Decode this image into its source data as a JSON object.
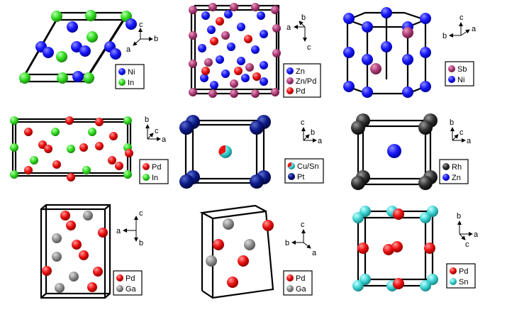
{
  "colors": {
    "Ni": "#1a1aff",
    "In": "#33dd22",
    "Zn": "#1a1aff",
    "ZnPd": "#b0407a",
    "Pd": "#ee1111",
    "Sb": "#b0407a",
    "Pt": "#0b1a8a",
    "Cu": "#ee1111",
    "Sn": "#40d4d4",
    "Rh": "#333333",
    "Ga": "#909090"
  },
  "panels": [
    {
      "id": "ni-in",
      "legend": [
        {
          "label": "Ni",
          "color": "#1a1aff"
        },
        {
          "label": "In",
          "color": "#33dd22"
        }
      ],
      "axes": [
        "c",
        "b",
        "a"
      ]
    },
    {
      "id": "zn-pd",
      "legend": [
        {
          "label": "Zn",
          "color": "#1a1aff"
        },
        {
          "label": "Zn/Pd",
          "color": "#b0407a"
        },
        {
          "label": "Pd",
          "color": "#ee1111"
        }
      ],
      "axes": [
        "a",
        "b",
        "c"
      ]
    },
    {
      "id": "sb-ni",
      "legend": [
        {
          "label": "Sb",
          "color": "#b0407a"
        },
        {
          "label": "Ni",
          "color": "#1a1aff"
        }
      ],
      "axes": [
        "c",
        "b",
        "a"
      ]
    },
    {
      "id": "pd-in",
      "legend": [
        {
          "label": "Pd",
          "color": "#ee1111"
        },
        {
          "label": "In",
          "color": "#33dd22"
        }
      ],
      "axes": [
        "b",
        "a",
        "c"
      ]
    },
    {
      "id": "cusn-pt",
      "legend": [
        {
          "label": "Cu/Sn",
          "color": "#ee1111"
        },
        {
          "label": "Pt",
          "color": "#0b1a8a"
        }
      ],
      "axes": [
        "c",
        "a",
        "b"
      ]
    },
    {
      "id": "rh-zn",
      "legend": [
        {
          "label": "Rh",
          "color": "#333333"
        },
        {
          "label": "Zn",
          "color": "#1a1aff"
        }
      ],
      "axes": [
        "b",
        "a",
        "c"
      ]
    },
    {
      "id": "pd-ga-1",
      "legend": [
        {
          "label": "Pd",
          "color": "#ee1111"
        },
        {
          "label": "Ga",
          "color": "#909090"
        }
      ],
      "axes": [
        "c",
        "a",
        "b"
      ]
    },
    {
      "id": "pd-ga-2",
      "legend": [
        {
          "label": "Pd",
          "color": "#ee1111"
        },
        {
          "label": "Ga",
          "color": "#909090"
        }
      ],
      "axes": [
        "c",
        "b",
        "a"
      ]
    },
    {
      "id": "pd-sn",
      "legend": [
        {
          "label": "Pd",
          "color": "#ee1111"
        },
        {
          "label": "Sn",
          "color": "#40d4d4"
        }
      ],
      "axes": [
        "b",
        "a",
        "c"
      ]
    }
  ]
}
